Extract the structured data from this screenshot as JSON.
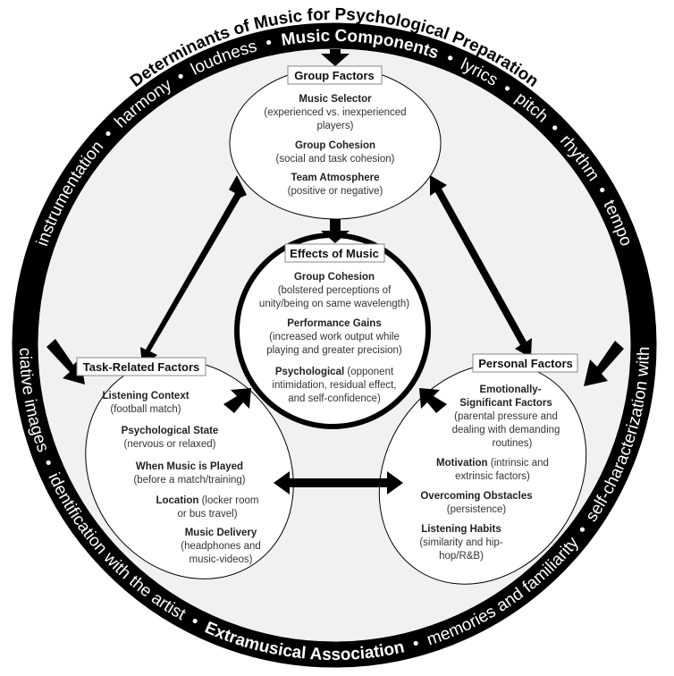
{
  "title": "Determinants of Music for Psychological Preparation",
  "ring_top": {
    "left_terms": [
      "instrumentation",
      "harmony",
      "loudness"
    ],
    "heading": "Music Components",
    "right_terms": [
      "lyrics",
      "pitch",
      "rhythm",
      "tempo"
    ]
  },
  "ring_bottom": {
    "left_terms": [
      "associative images",
      "identification with the artist"
    ],
    "heading": "Extramusical Association",
    "right_terms": [
      "memories and familiarity",
      "self-characterization with lyric"
    ]
  },
  "separator": "•",
  "group_factors": {
    "label": "Group Factors",
    "items": [
      {
        "head": "Music Selector",
        "lines": [
          "(experienced vs. inexperienced",
          "players)"
        ]
      },
      {
        "head": "Group Cohesion",
        "lines": [
          "(social and task cohesion)"
        ]
      },
      {
        "head": "Team Atmosphere",
        "lines": [
          "(positive or negative)"
        ]
      }
    ]
  },
  "effects_of_music": {
    "label": "Effects of Music",
    "items": [
      {
        "head": "Group Cohesion",
        "lines": [
          "(bolstered perceptions of",
          "unity/being on same wavelength)"
        ]
      },
      {
        "head": "Performance Gains",
        "lines": [
          "(increased work output while",
          "playing and greater precision)"
        ]
      },
      {
        "head": "Psychological",
        "inline": " (opponent",
        "lines": [
          "intimidation, residual effect,",
          "and self-confidence)"
        ]
      }
    ]
  },
  "task_related_factors": {
    "label": "Task-Related Factors",
    "items": [
      {
        "head": "Listening Context",
        "lines": [
          "(football match)"
        ]
      },
      {
        "head": "Psychological State",
        "lines": [
          "(nervous or relaxed)"
        ]
      },
      {
        "head": "When Music is Played",
        "lines": [
          "(before a match/training)"
        ]
      },
      {
        "head": "Location",
        "inline": " (locker room",
        "lines": [
          "or bus travel)"
        ]
      },
      {
        "head": "Music Delivery",
        "lines": [
          "(headphones and",
          "music-videos)"
        ]
      }
    ]
  },
  "personal_factors": {
    "label": "Personal Factors",
    "items": [
      {
        "head": "Emotionally-",
        "head2": "Significant Factors",
        "lines": [
          "(parental pressure and",
          "dealing with demanding",
          "routines)"
        ]
      },
      {
        "head": "Motivation",
        "inline": " (intrinsic and",
        "lines": [
          "extrinsic factors)"
        ]
      },
      {
        "head": "Overcoming Obstacles",
        "lines": [
          "(persistence)"
        ]
      },
      {
        "head": "Listening Habits",
        "lines": [
          "(similarity and hip-",
          "hop/R&B)"
        ]
      }
    ]
  },
  "colors": {
    "ring": "#000000",
    "inner_fill": "#f1f1f1",
    "ellipse_fill": "#ffffff",
    "arrow": "#000000"
  }
}
